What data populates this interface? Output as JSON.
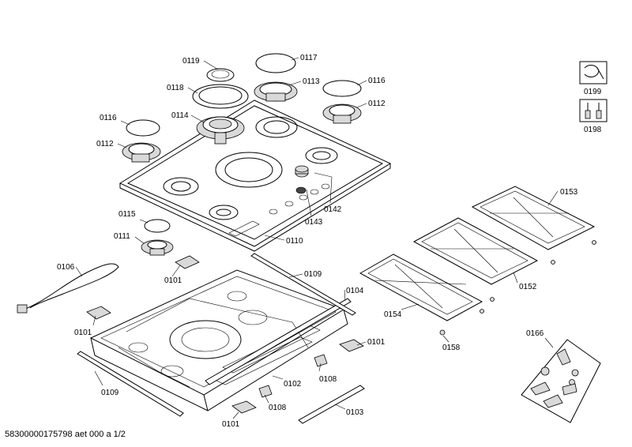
{
  "labels": {
    "p0119": "0119",
    "p0117": "0117",
    "p0118": "0118",
    "p0113": "0113",
    "p0116a": "0116",
    "p0116b": "0116",
    "p0112a": "0112",
    "p0112b": "0112",
    "p0114": "0114",
    "p0142": "0142",
    "p0143": "0143",
    "p0115": "0115",
    "p0111": "0111",
    "p0110": "0110",
    "p0106": "0106",
    "p0101a": "0101",
    "p0101b": "0101",
    "p0101c": "0101",
    "p0101d": "0101",
    "p0109a": "0109",
    "p0109b": "0109",
    "p0104": "0104",
    "p0102": "0102",
    "p0108a": "0108",
    "p0108b": "0108",
    "p0103": "0103",
    "p0153": "0153",
    "p0152": "0152",
    "p0154": "0154",
    "p0158": "0158",
    "p0166": "0166",
    "p0199": "0199",
    "p0198": "0198"
  },
  "footer": "58300000175798 aet 000 a 1/2",
  "icons": [
    "service-manual-icon",
    "tools-icon"
  ]
}
